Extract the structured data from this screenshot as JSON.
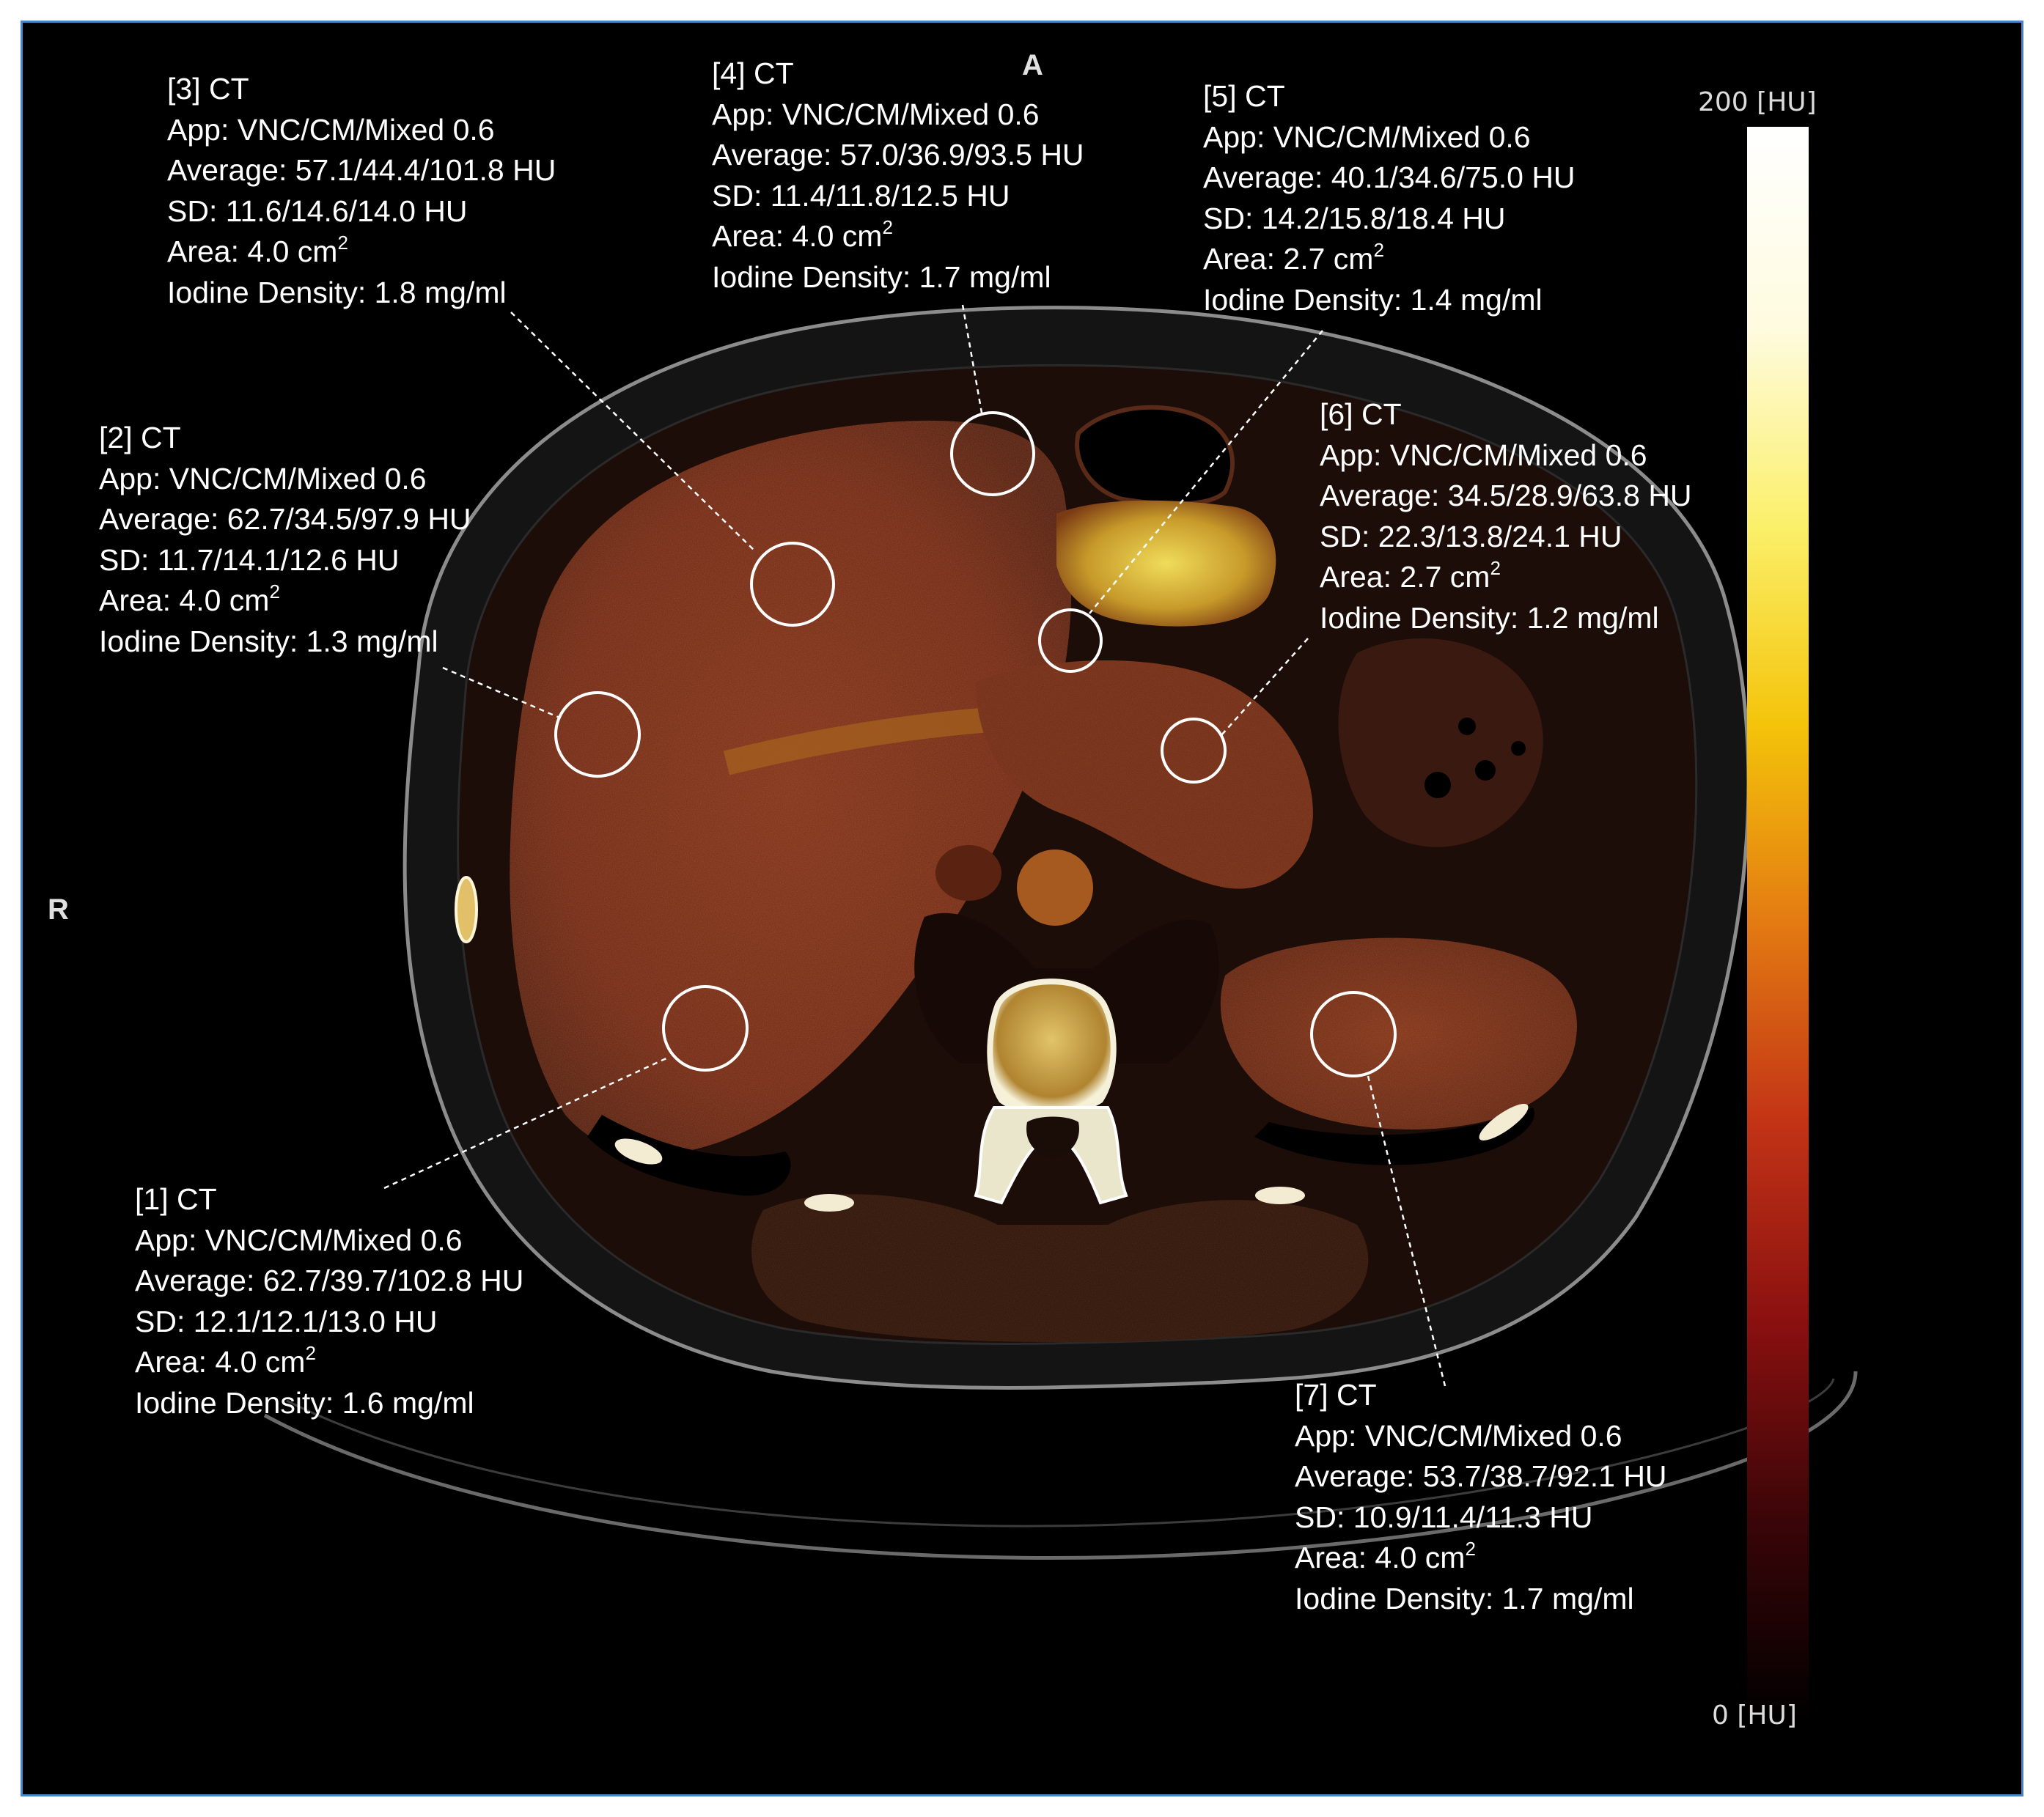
{
  "orientation": {
    "anterior": "A",
    "right": "R"
  },
  "colorbar": {
    "max_label": "200 [HU]",
    "min_label": "0 [HU]",
    "colors": [
      "#000000",
      "#3a0508",
      "#8a1010",
      "#c23316",
      "#e37a12",
      "#f4c40a",
      "#fbf06a",
      "#fffbe0",
      "#ffffff"
    ]
  },
  "rois": [
    {
      "id": "[1] CT",
      "app": "App: VNC/CM/Mixed 0.6",
      "average": "Average: 62.7/39.7/102.8 HU",
      "sd": "SD: 12.1/12.1/13.0 HU",
      "area": "Area: 4.0 cm",
      "area_sup": "2",
      "iodine": "Iodine Density: 1.6 mg/ml"
    },
    {
      "id": "[2] CT",
      "app": "App: VNC/CM/Mixed 0.6",
      "average": "Average: 62.7/34.5/97.9 HU",
      "sd": "SD: 11.7/14.1/12.6 HU",
      "area": "Area: 4.0 cm",
      "area_sup": "2",
      "iodine": "Iodine Density: 1.3 mg/ml"
    },
    {
      "id": "[3] CT",
      "app": "App: VNC/CM/Mixed 0.6",
      "average": "Average: 57.1/44.4/101.8 HU",
      "sd": "SD: 11.6/14.6/14.0 HU",
      "area": "Area: 4.0 cm",
      "area_sup": "2",
      "iodine": "Iodine Density: 1.8 mg/ml"
    },
    {
      "id": "[4] CT",
      "app": "App: VNC/CM/Mixed 0.6",
      "average": "Average: 57.0/36.9/93.5 HU",
      "sd": "SD: 11.4/11.8/12.5 HU",
      "area": "Area: 4.0 cm",
      "area_sup": "2",
      "iodine": "Iodine Density: 1.7 mg/ml"
    },
    {
      "id": "[5] CT",
      "app": "App: VNC/CM/Mixed 0.6",
      "average": "Average: 40.1/34.6/75.0 HU",
      "sd": "SD: 14.2/15.8/18.4 HU",
      "area": "Area: 2.7 cm",
      "area_sup": "2",
      "iodine": "Iodine Density: 1.4 mg/ml"
    },
    {
      "id": "[6] CT",
      "app": "App: VNC/CM/Mixed 0.6",
      "average": "Average: 34.5/28.9/63.8 HU",
      "sd": "SD: 22.3/13.8/24.1 HU",
      "area": "Area: 2.7 cm",
      "area_sup": "2",
      "iodine": "Iodine Density: 1.2 mg/ml"
    },
    {
      "id": "[7] CT",
      "app": "App: VNC/CM/Mixed 0.6",
      "average": "Average: 53.7/38.7/92.1 HU",
      "sd": "SD: 10.9/11.4/11.3 HU",
      "area": "Area: 4.0 cm",
      "area_sup": "2",
      "iodine": "Iodine Density: 1.7 mg/ml"
    }
  ]
}
